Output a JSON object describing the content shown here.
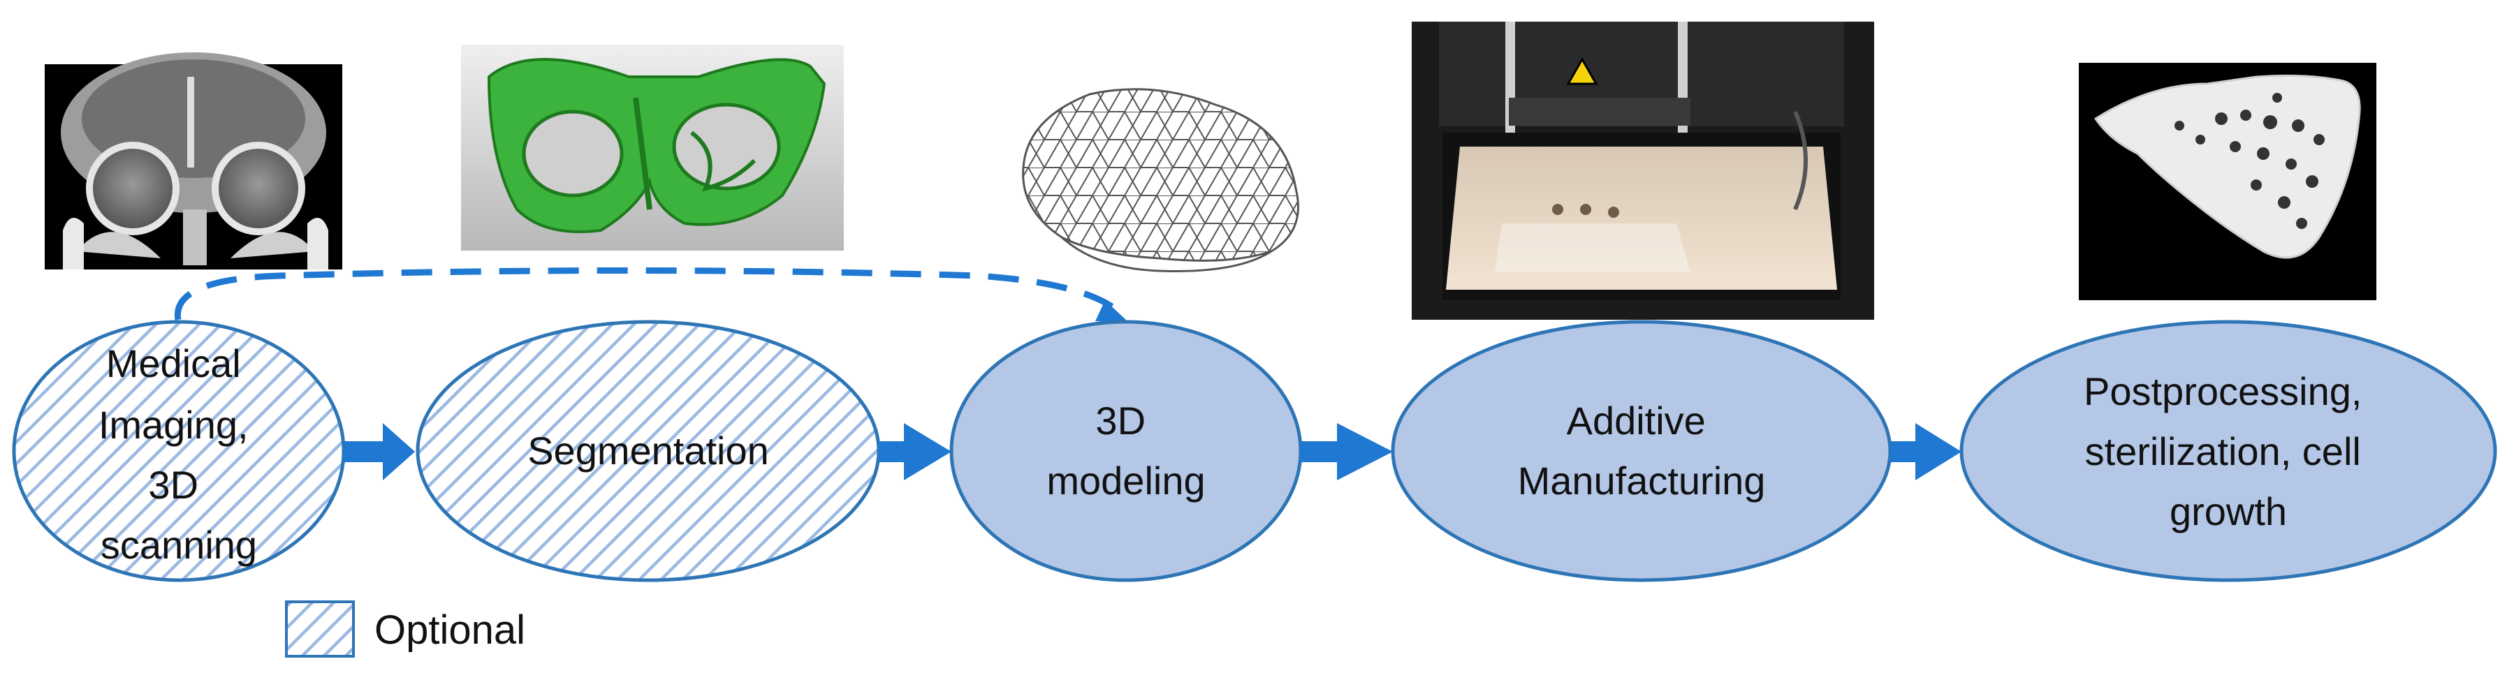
{
  "colors": {
    "node_fill": "#b4c7e7",
    "node_stroke": "#2e75b6",
    "arrow": "#1f78d1",
    "hatch_line": "#9bb9e3"
  },
  "steps": [
    {
      "label_lines": [
        "Medical",
        "Imaging,",
        "3D",
        "scanning"
      ],
      "optional": true,
      "image": "ct-scan-image"
    },
    {
      "label_lines": [
        "Segmentation"
      ],
      "optional": true,
      "image": "segmented-skull-model-image"
    },
    {
      "label_lines": [
        "3D",
        "modeling"
      ],
      "optional": false,
      "image": "mesh-model-image"
    },
    {
      "label_lines": [
        "Additive",
        "Manufacturing"
      ],
      "optional": false,
      "image": "3d-printer-image"
    },
    {
      "label_lines": [
        "Postprocessing,",
        "sterilization, cell",
        "growth"
      ],
      "optional": false,
      "image": "printed-scaffold-image"
    }
  ],
  "legend": {
    "label": "Optional"
  },
  "icons": {
    "flow_arrow": "right-arrow-icon",
    "skip_arrow": "dashed-curved-arrow-icon",
    "warning": "laser-warning-icon"
  }
}
